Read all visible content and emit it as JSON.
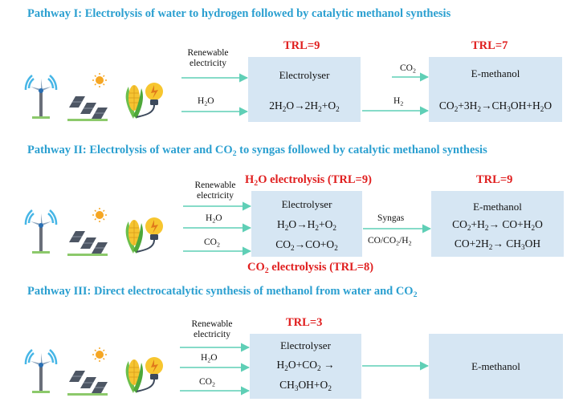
{
  "colors": {
    "heading": "#2a9fd0",
    "trl": "#e01e1e",
    "box": "#d6e6f3",
    "arrow": "#5fcfb6"
  },
  "icons": [
    "wind-turbine-icon",
    "solar-panel-icon",
    "corn-bulb-icon"
  ],
  "pathway1": {
    "title": "Pathway I: Electrolysis of water to hydrogen followed by catalytic methanol synthesis",
    "inputs": [
      "Renewable electricity",
      "H2O"
    ],
    "electrolyser": {
      "trl": "TRL=9",
      "label": "Electrolyser",
      "reaction": "2H2O→2H2+O2"
    },
    "link_inputs": [
      "CO2",
      "H2"
    ],
    "methanol": {
      "trl": "TRL=7",
      "label": "E-methanol",
      "reaction": "CO2+3H2→CH3OH+H2O"
    }
  },
  "pathway2": {
    "title": "Pathway II: Electrolysis of water and CO2 to syngas followed by catalytic methanol synthesis",
    "inputs": [
      "Renewable electricity",
      "H2O",
      "CO2"
    ],
    "electrolyser": {
      "trl_top": "H2O electrolysis (TRL=9)",
      "trl_bottom": "CO2 electrolysis (TRL=8)",
      "label": "Electrolyser",
      "reactions": [
        "H2O→H2+O2",
        "CO2→CO+O2"
      ]
    },
    "link": {
      "label": "Syngas",
      "sublabel": "CO/CO2/H2"
    },
    "methanol": {
      "trl": "TRL=9",
      "label": "E-methanol",
      "reactions": [
        "CO2+H2→ CO+H2O",
        "CO+2H2→ CH3OH"
      ]
    }
  },
  "pathway3": {
    "title": "Pathway III: Direct  electrocatalytic synthesis of methanol from water and CO2",
    "inputs": [
      "Renewable electricity",
      "H2O",
      "CO2"
    ],
    "electrolyser": {
      "trl": "TRL=3",
      "label": "Electrolyser",
      "reactions": [
        "H2O+CO2 →",
        "CH3OH+O2"
      ]
    },
    "methanol": {
      "label": "E-methanol"
    }
  }
}
